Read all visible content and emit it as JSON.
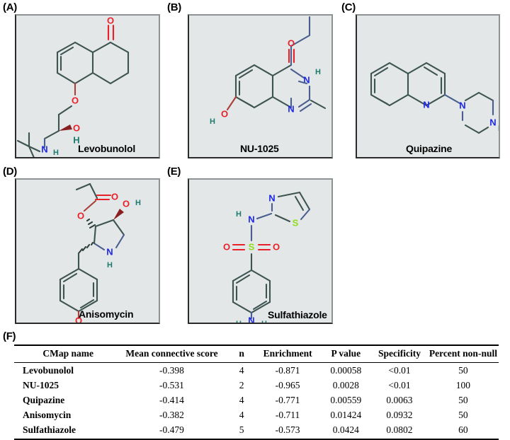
{
  "figure": {
    "panels": [
      {
        "tag": "(A)",
        "compound": "Levobunolol"
      },
      {
        "tag": "(B)",
        "compound": "NU-1025"
      },
      {
        "tag": "(C)",
        "compound": "Quipazine"
      },
      {
        "tag": "(D)",
        "compound": "Anisomycin"
      },
      {
        "tag": "(E)",
        "compound": "Sulfathiazole"
      },
      {
        "tag": "(F)",
        "compound": ""
      }
    ]
  },
  "atoms": {
    "O": "O",
    "N": "N",
    "S": "S",
    "H": "H"
  },
  "table": {
    "columns": [
      "CMap name",
      "Mean connective score",
      "n",
      "Enrichment",
      "P value",
      "Specificity",
      "Percent non-null"
    ],
    "rows": [
      {
        "name": "Levobunolol",
        "mean_connective_score": "-0.398",
        "n": "4",
        "enrichment": "-0.871",
        "p_value": "0.00058",
        "specificity": "<0.01",
        "percent_non_null": "50"
      },
      {
        "name": "NU-1025",
        "mean_connective_score": "-0.531",
        "n": "2",
        "enrichment": "-0.965",
        "p_value": "0.0028",
        "specificity": "<0.01",
        "percent_non_null": "100"
      },
      {
        "name": "Quipazine",
        "mean_connective_score": "-0.414",
        "n": "4",
        "enrichment": "-0.771",
        "p_value": "0.00559",
        "specificity": "0.0063",
        "percent_non_null": "50"
      },
      {
        "name": "Anisomycin",
        "mean_connective_score": "-0.382",
        "n": "4",
        "enrichment": "-0.711",
        "p_value": "0.01424",
        "specificity": "0.0932",
        "percent_non_null": "50"
      },
      {
        "name": "Sulfathiazole",
        "mean_connective_score": "-0.479",
        "n": "5",
        "enrichment": "-0.573",
        "p_value": "0.0424",
        "specificity": "0.0802",
        "percent_non_null": "60"
      }
    ]
  },
  "colors": {
    "panel_background": "#e3e7e7",
    "oxygen": "#e8202a",
    "nitrogen": "#1d27e8",
    "sulfur": "#8fdd1b",
    "hydrogen": "#1e7a6e",
    "bond": "#3d5450"
  }
}
